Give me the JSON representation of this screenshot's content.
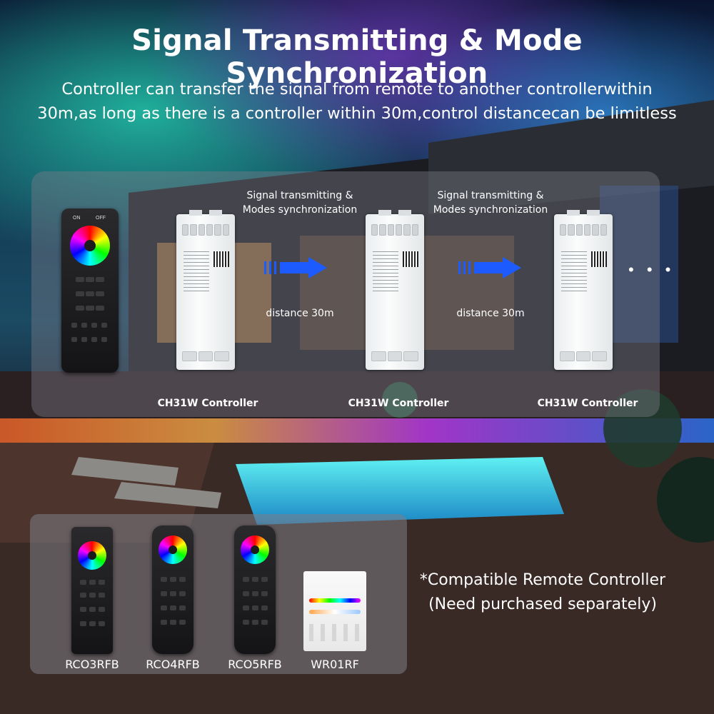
{
  "header": {
    "title": "Signal Transmitting & Mode Synchronization",
    "subtitle_line1": "Controller can transfer the siqnal from remote to another controllerwithin",
    "subtitle_line2": "30m,as long as there is a controller within 30m,control distancecan be limitless"
  },
  "diagram": {
    "link_labels": [
      {
        "line1": "Signal transmitting &",
        "line2": "Modes synchronization",
        "distance": "distance 30m"
      },
      {
        "line1": "Signal transmitting &",
        "line2": "Modes synchronization",
        "distance": "distance 30m"
      }
    ],
    "controllers": [
      "CH31W Controller",
      "CH31W Controller",
      "CH31W Controller"
    ],
    "ellipsis": "• • •",
    "remote_on": "ON",
    "remote_off": "OFF"
  },
  "compatible": {
    "heading": "*Compatible Remote Controller",
    "note": "(Need purchased separately)",
    "models": [
      "RCO3RFB",
      "RCO4RFB",
      "RCO5RFB",
      "WR01RF"
    ]
  },
  "colors": {
    "arrow": "#1e5bff",
    "sky_top": "#0e1a3a",
    "aurora": "#18b6a6",
    "pool": "#3fd9e6"
  },
  "icons": [
    "right-arrow-icon",
    "color-wheel-icon"
  ]
}
